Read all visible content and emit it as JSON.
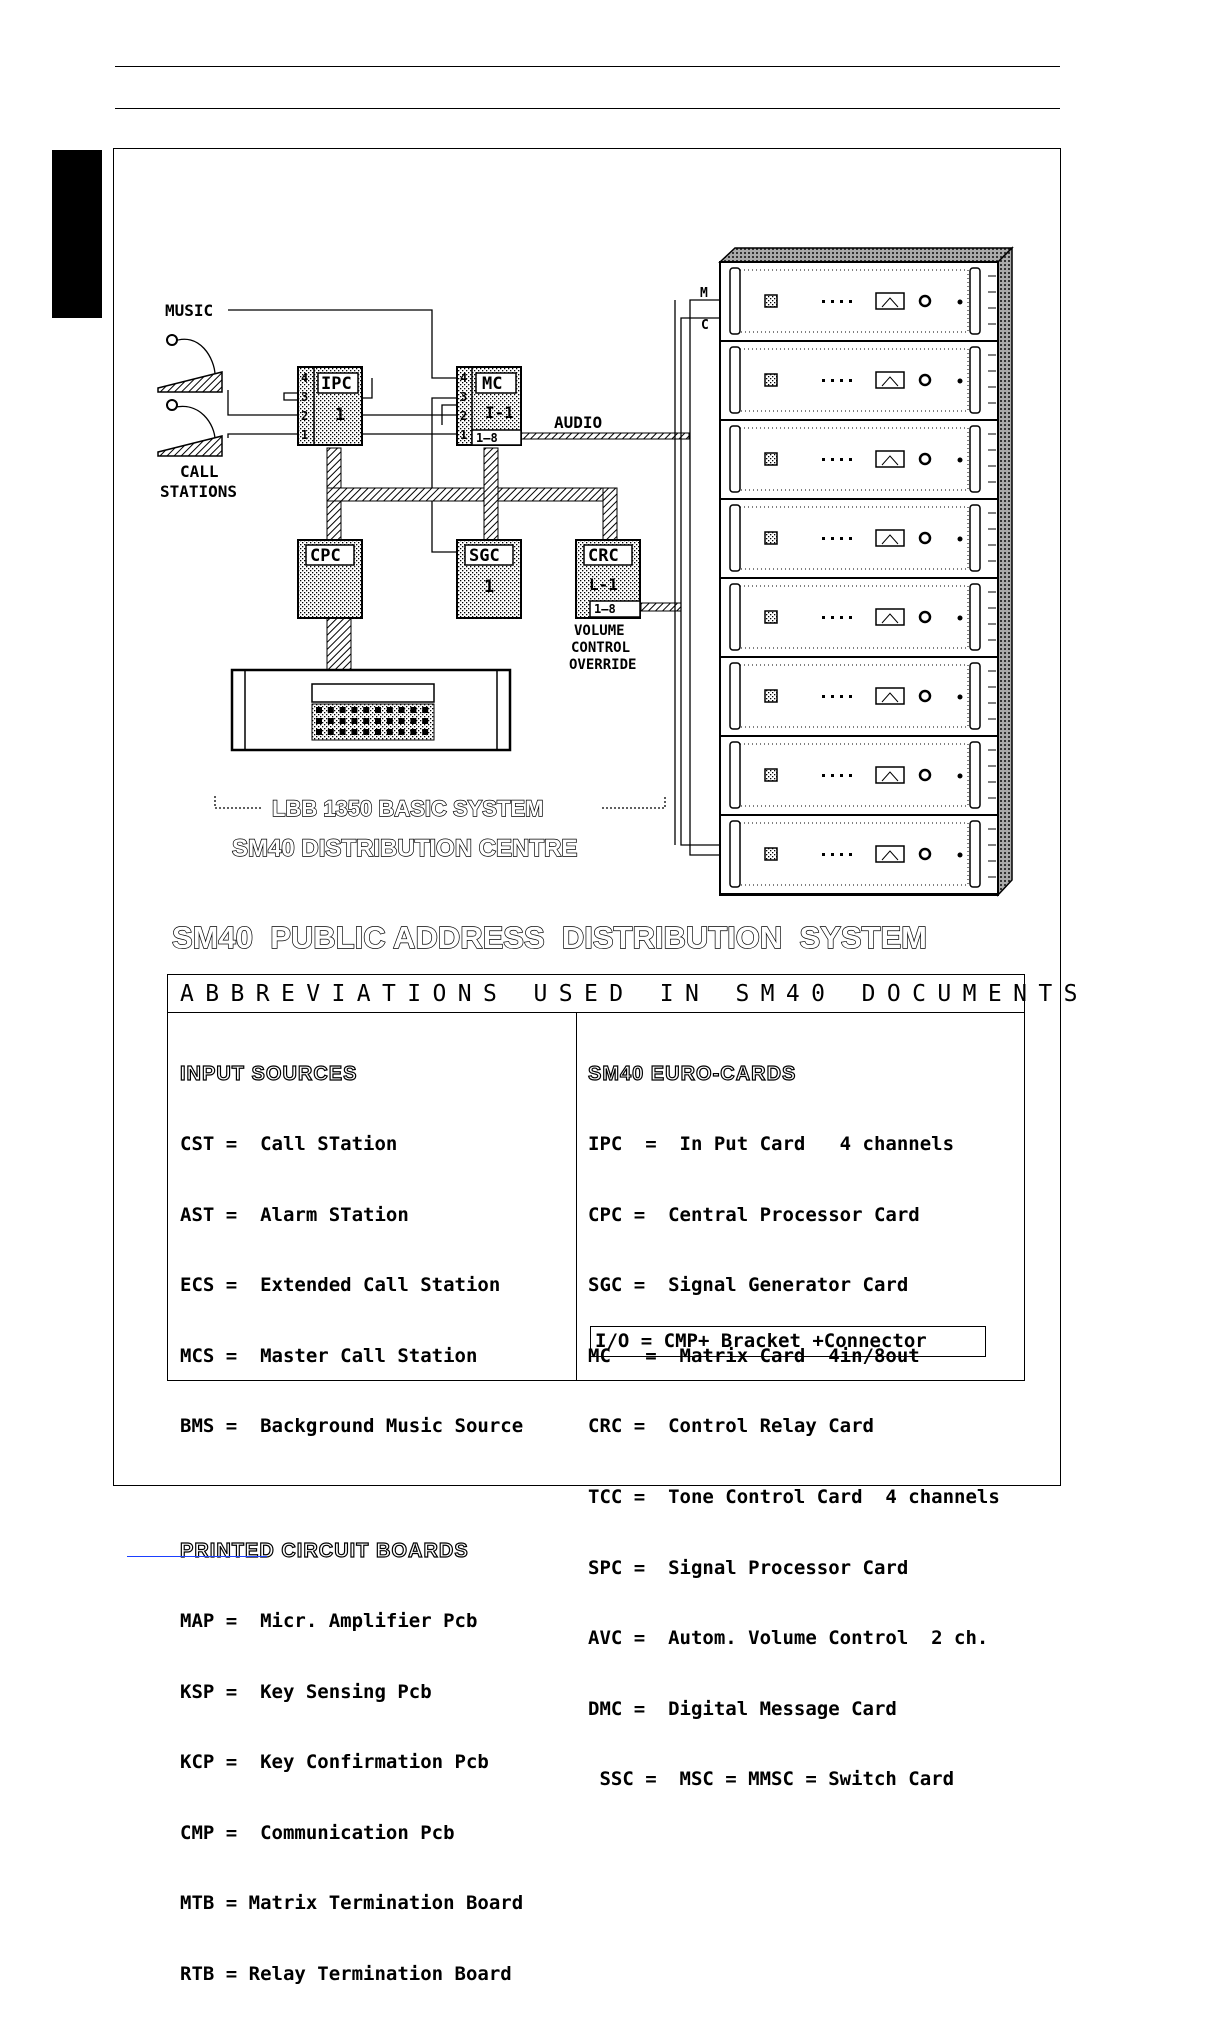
{
  "diagram": {
    "labels": {
      "music": "MUSIC",
      "call_stations_1": "CALL",
      "call_stations_2": "STATIONS",
      "audio": "AUDIO",
      "volume_1": "VOLUME",
      "volume_2": "CONTROL",
      "volume_3": "OVERRIDE",
      "rack_m": "M",
      "rack_c": "C"
    },
    "cards": {
      "ipc": {
        "name": "IPC",
        "number": "1",
        "pins": [
          "4",
          "3",
          "2",
          "1"
        ]
      },
      "mc": {
        "name": "MC",
        "number": "I-1",
        "pins": [
          "4",
          "3",
          "2",
          "1"
        ],
        "range": "1—8"
      },
      "cpc": {
        "name": "CPC"
      },
      "sgc": {
        "name": "SGC",
        "number": "1"
      },
      "crc": {
        "name": "CRC",
        "number": "L-1",
        "range": "1—8"
      }
    },
    "basic_system": "LBB 1350 BASIC SYSTEM",
    "distribution_centre": "SM40 DISTRIBUTION CENTRE",
    "main_title": "SM40  PUBLIC ADDRESS  DISTRIBUTION  SYSTEM"
  },
  "abbreviations": {
    "title": "ABBREVIATIONS USED IN SM40 DOCUMENTS",
    "input_sources": {
      "heading": "INPUT SOURCES",
      "rows": [
        "CST =  Call STation",
        "AST =  Alarm STation",
        "ECS =  Extended Call Station",
        "MCS =  Master Call Station",
        "BMS =  Background Music Source"
      ]
    },
    "printed_circuit_boards": {
      "heading": "PRINTED CIRCUIT BOARDS",
      "rows": [
        "MAP =  Micr. Amplifier Pcb",
        "KSP =  Key Sensing Pcb",
        "KCP =  Key Confirmation Pcb",
        "CMP =  Communication Pcb",
        "MTB = Matrix Termination Board",
        "RTB = Relay Termination Board"
      ]
    },
    "euro_cards": {
      "heading": "SM40 EURO-CARDS",
      "rows": [
        "IPC  =  In Put Card   4 channels",
        "CPC =  Central Processor Card",
        "SGC =  Signal Generator Card",
        "MC   =  Matrix Card  4in/8out",
        "CRC =  Control Relay Card",
        "TCC =  Tone Control Card  4 channels",
        "SPC =  Signal Processor Card",
        "AVC =  Autom. Volume Control  2 ch.",
        "DMC =  Digital Message Card",
        " SSC =  MSC = MMSC = Switch Card"
      ]
    },
    "io": "I/O = CMP+ Bracket +Connector"
  }
}
